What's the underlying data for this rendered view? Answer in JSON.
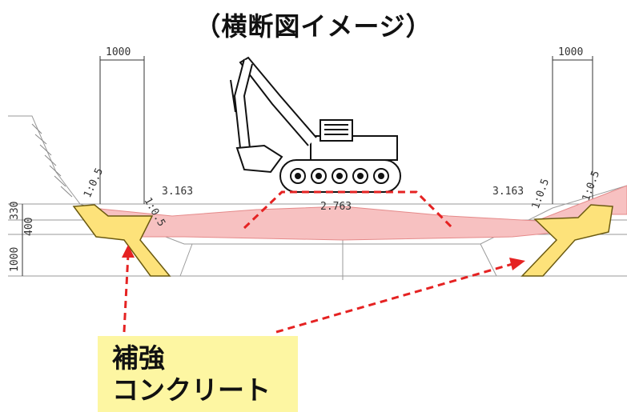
{
  "title": "（横断図イメージ）",
  "callout": {
    "line1": "補強",
    "line2": "コンクリート"
  },
  "dimensions": {
    "left_top_width": "1000",
    "right_top_width": "1000",
    "left_slope_outer": "1:0.5",
    "left_slope_inner": "1:0.5",
    "right_slope_inner": "1:0.5",
    "right_slope_outer": "1:0.5",
    "left_offset": "3.163",
    "right_offset": "3.163",
    "center_value": "2.763",
    "height_a": "330",
    "height_b": "400",
    "height_c": "1000"
  },
  "colors": {
    "fill_zone": "#f7c1c1",
    "concrete": "#fde27a",
    "concrete_edge": "#6b5a10",
    "arrow": "#e52222",
    "callout_bg": "#fdf6a2"
  },
  "icons": {
    "machine": "excavator-icon"
  }
}
